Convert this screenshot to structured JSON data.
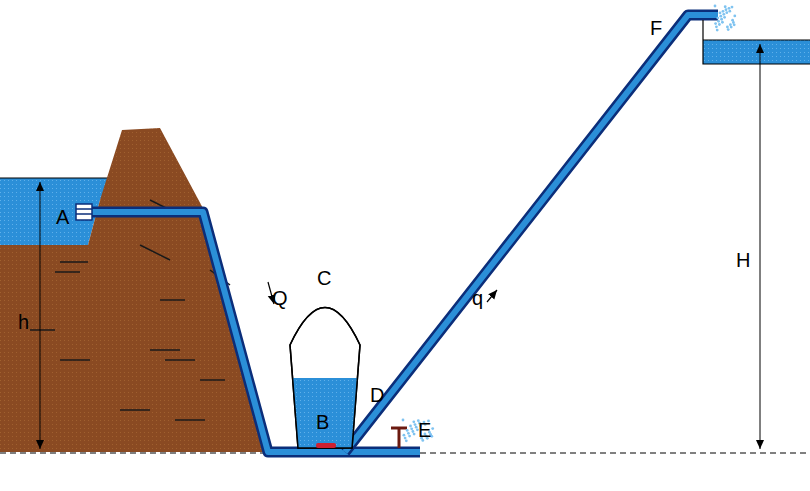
{
  "diagram": {
    "labels": [
      "A",
      "Q",
      "C",
      "D",
      "B",
      "E",
      "q",
      "F",
      "h",
      "H"
    ]
  }
}
